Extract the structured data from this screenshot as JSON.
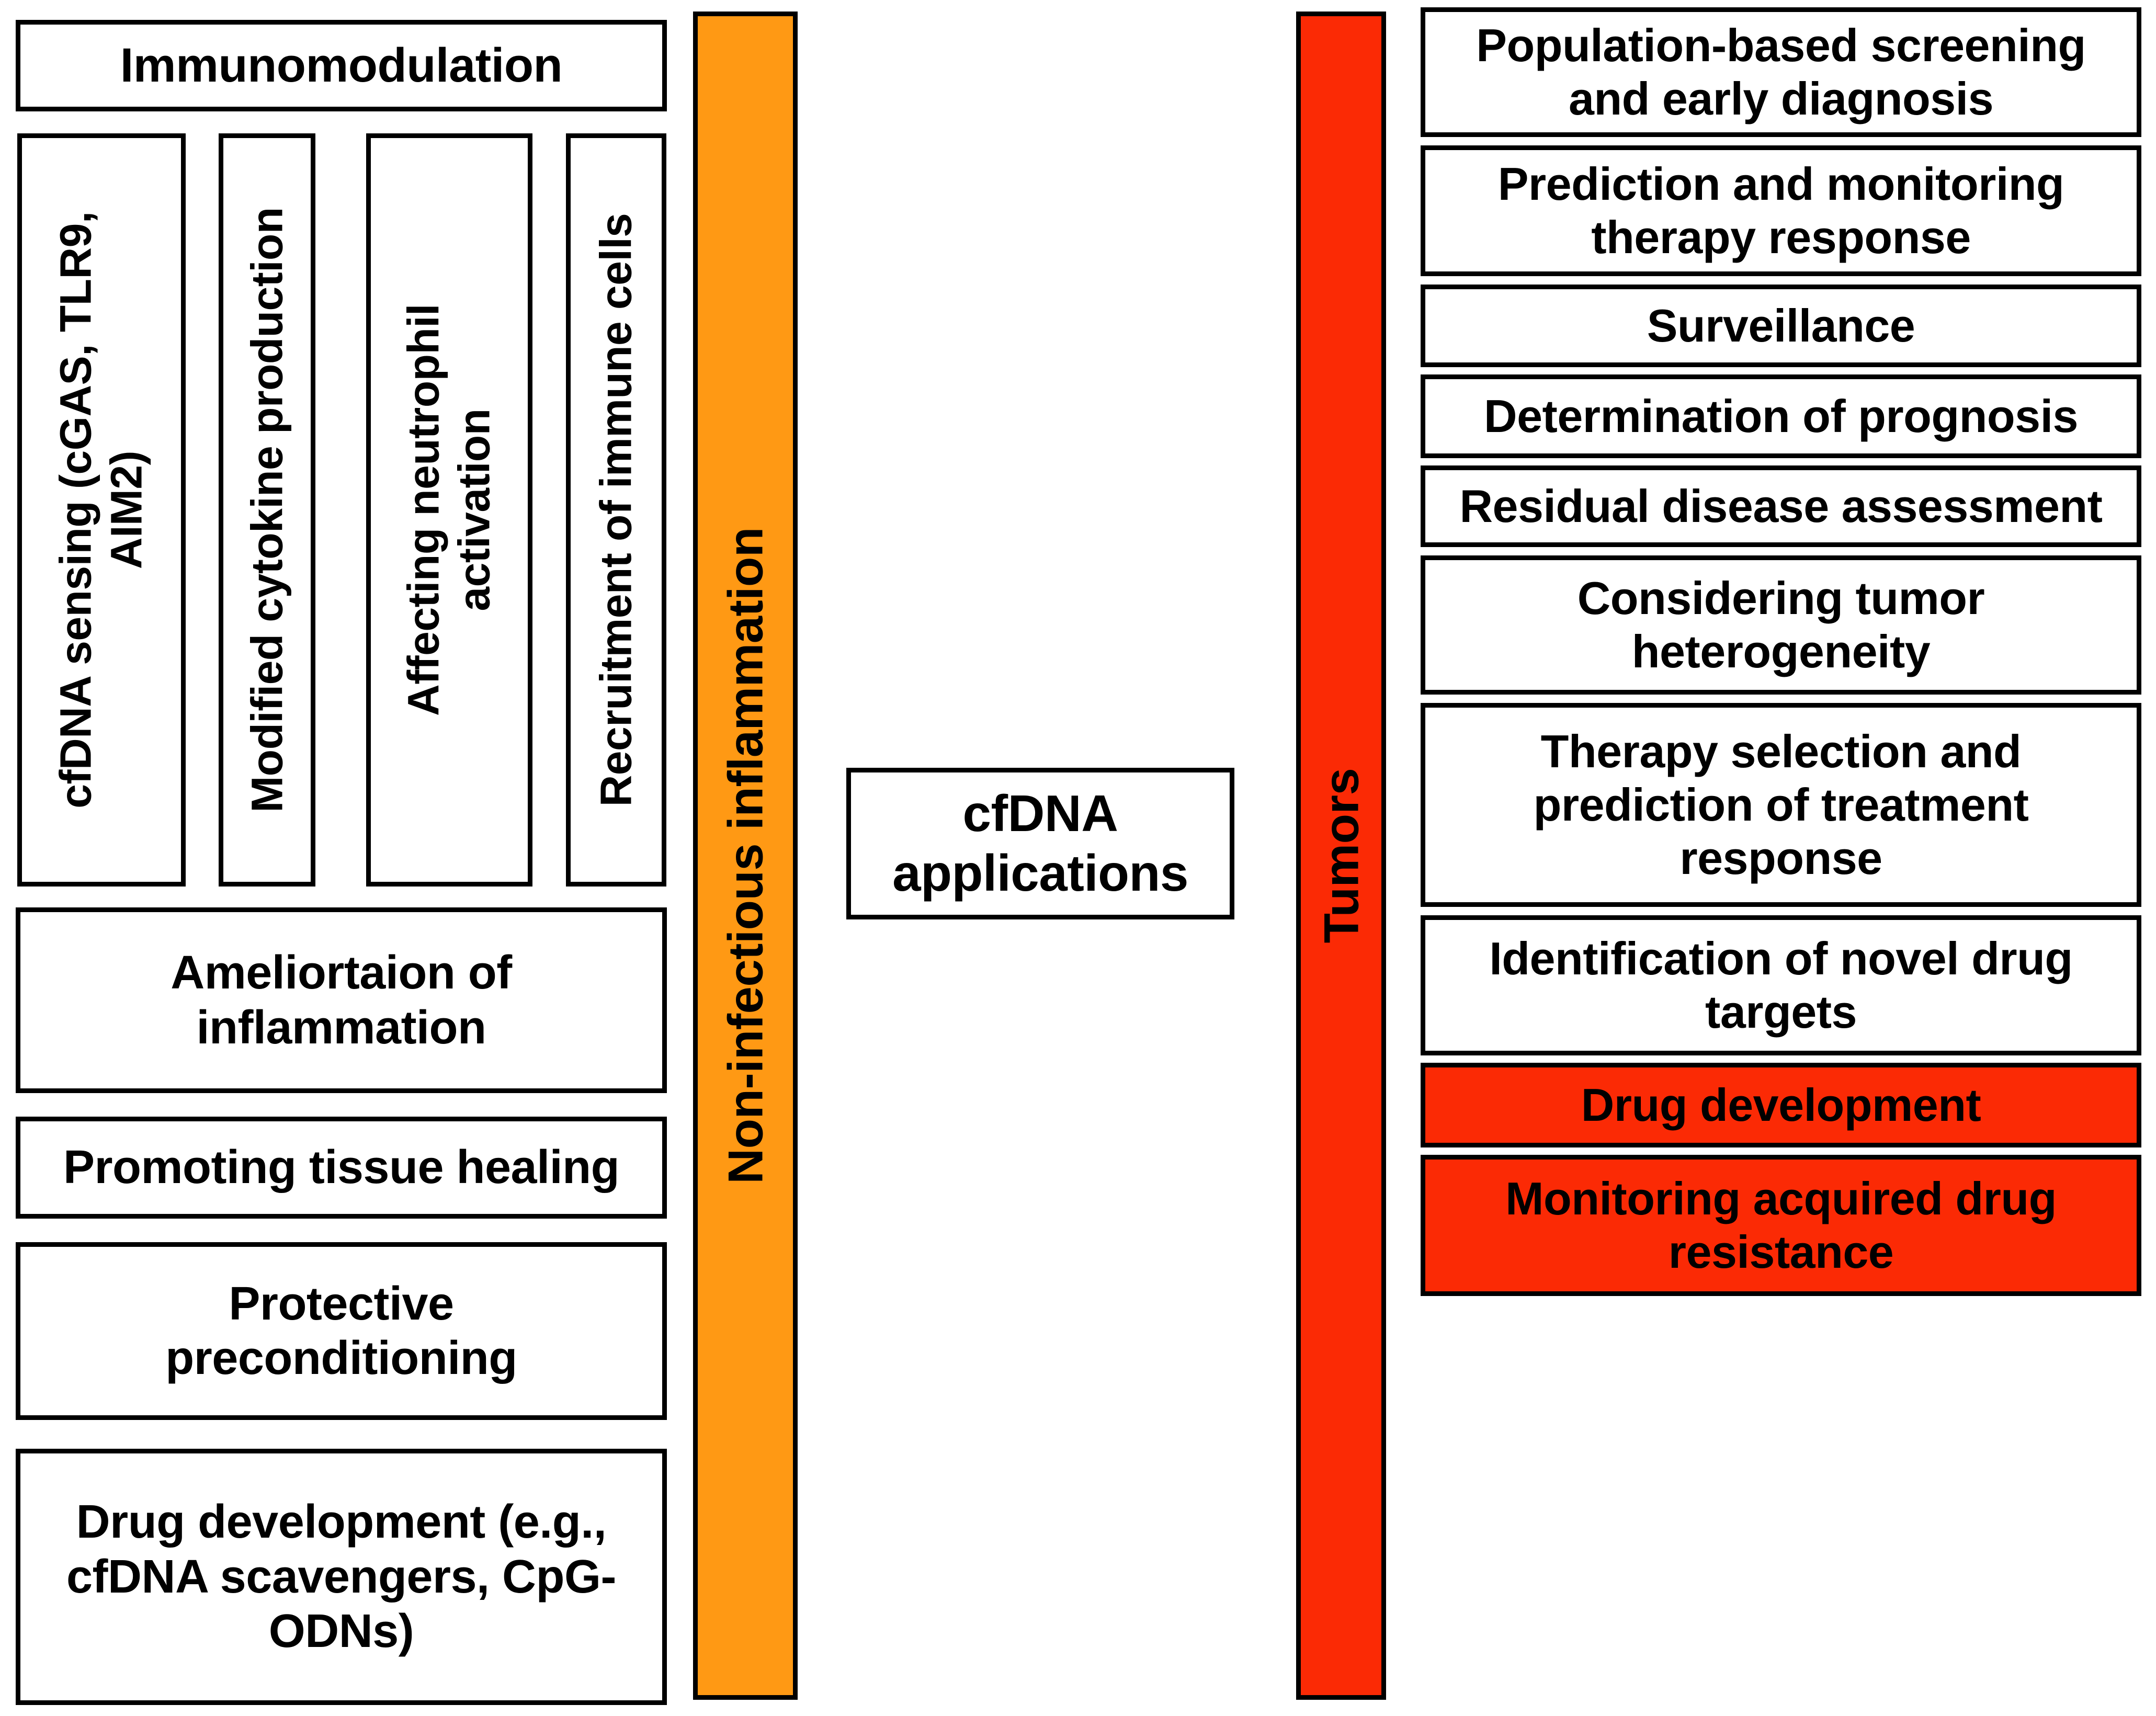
{
  "diagram": {
    "title": "cfDNA applications",
    "colors": {
      "orange": "#FF9914",
      "red": "#FB2A05",
      "border": "#000000",
      "background": "#FFFFFF"
    },
    "center": {
      "label": "cfDNA\napplications"
    },
    "left_branch": {
      "bar_label": "Non-infectious inflammation",
      "bar_color": "#FF9914",
      "header": "Immunomodulation",
      "sub_items": [
        {
          "label": "cfDNA sensing (cGAS, TLR9,\nAIM2)",
          "orientation": "vertical"
        },
        {
          "label": "Modified cytokine production",
          "orientation": "vertical"
        },
        {
          "label": "Affecting neutrophil\nactivation",
          "orientation": "vertical"
        },
        {
          "label": "Recruitment of immune cells",
          "orientation": "vertical"
        }
      ],
      "items": [
        {
          "label": "Ameliortaion of\ninflammation",
          "highlight": false
        },
        {
          "label": "Promoting tissue healing",
          "highlight": false
        },
        {
          "label": "Protective\npreconditioning",
          "highlight": false
        },
        {
          "label": "Drug development (e.g.,\ncfDNA scavengers, CpG-\nODNs)",
          "highlight": false
        }
      ]
    },
    "right_branch": {
      "bar_label": "Tumors",
      "bar_color": "#FB2A05",
      "items": [
        {
          "label": "Population-based screening\nand early diagnosis",
          "highlight": false
        },
        {
          "label": "Prediction and monitoring\ntherapy response",
          "highlight": false
        },
        {
          "label": "Surveillance",
          "highlight": false
        },
        {
          "label": "Determination of prognosis",
          "highlight": false
        },
        {
          "label": "Residual disease assessment",
          "highlight": false
        },
        {
          "label": "Considering tumor\nheterogeneity",
          "highlight": false
        },
        {
          "label": "Therapy selection and\nprediction of treatment\nresponse",
          "highlight": false
        },
        {
          "label": "Identification of novel drug\ntargets",
          "highlight": false
        },
        {
          "label": "Drug development",
          "highlight": true
        },
        {
          "label": "Monitoring acquired drug\nresistance",
          "highlight": true
        }
      ]
    }
  }
}
